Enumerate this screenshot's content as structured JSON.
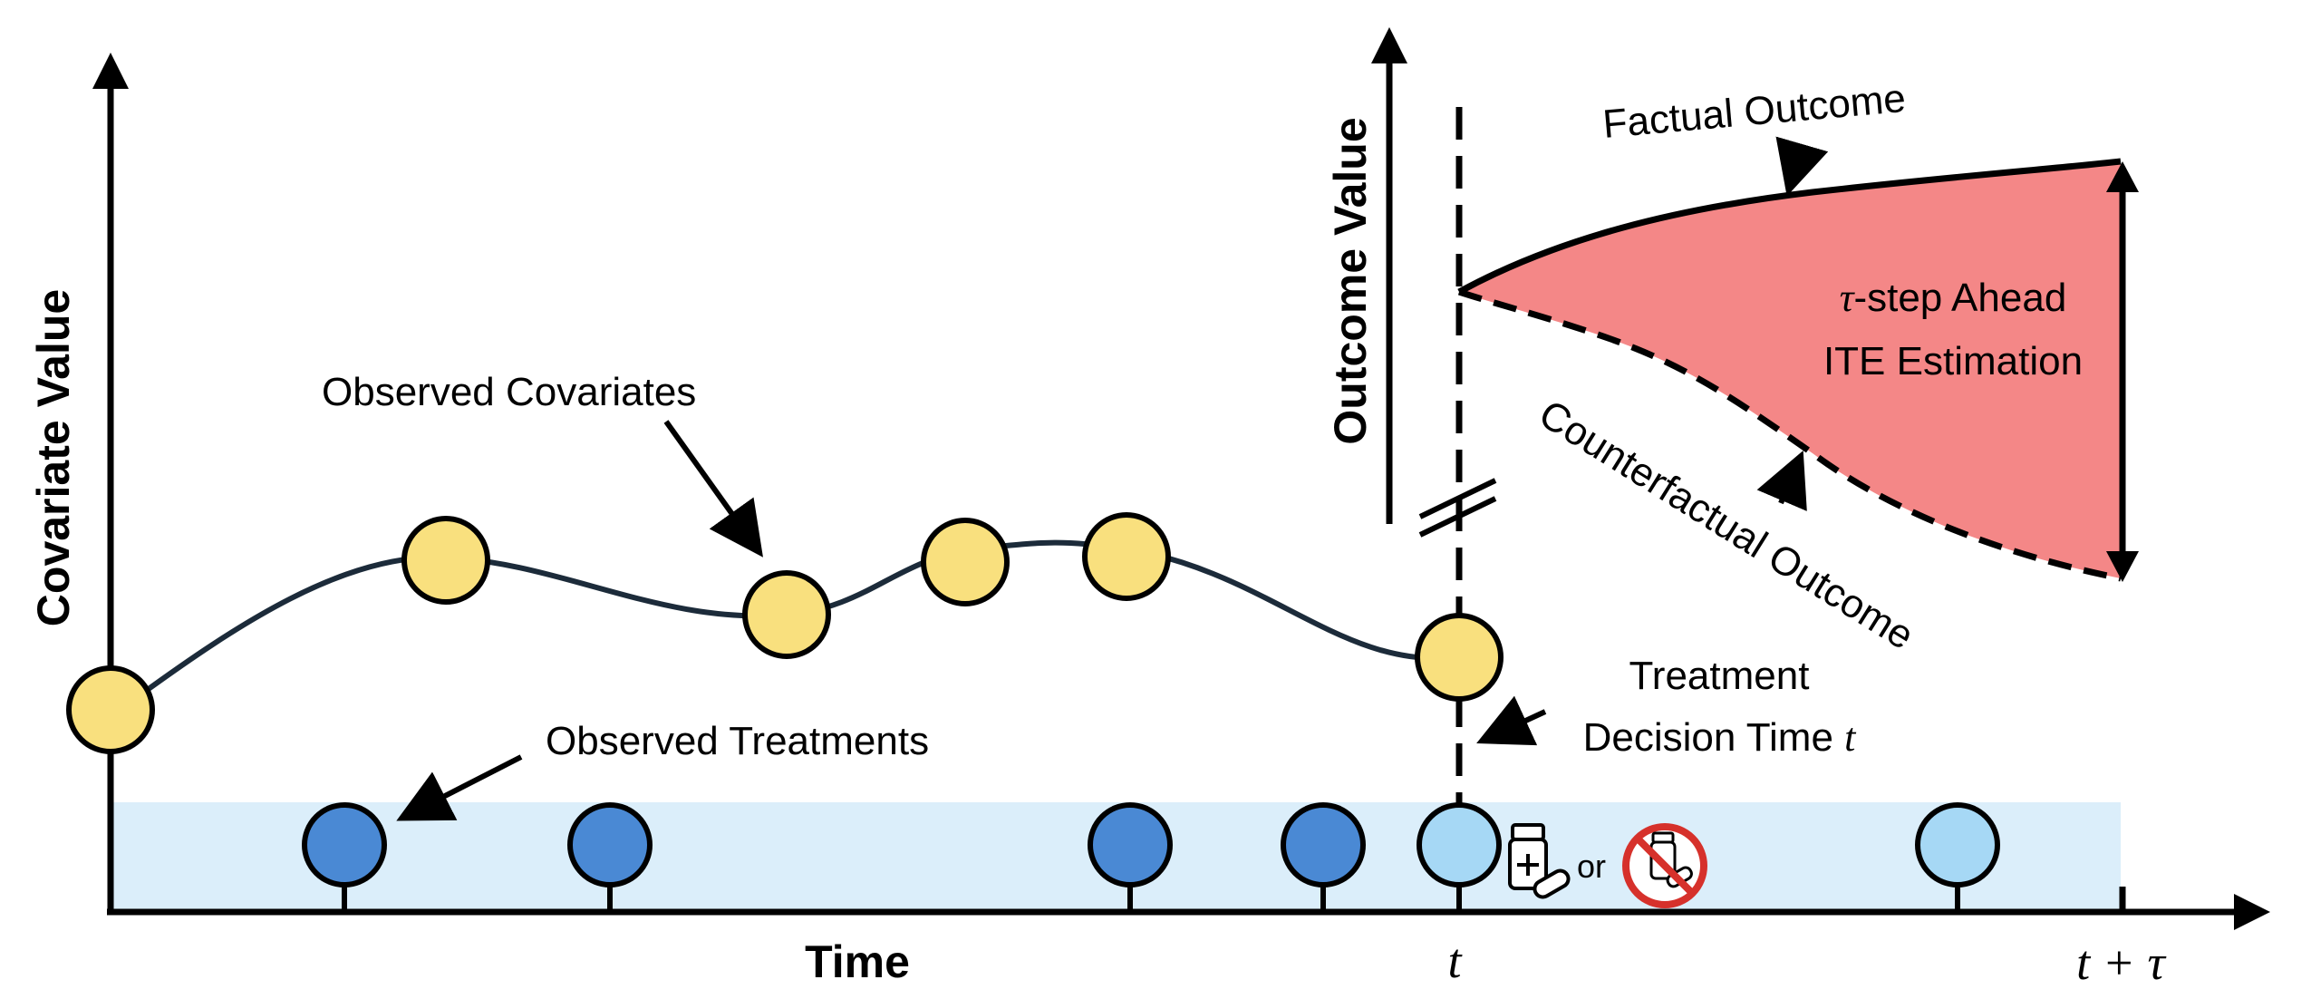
{
  "axes": {
    "y_left": "Covariate Value",
    "x": "Time",
    "y_right": "Outcome Value",
    "tick_t": "t",
    "tick_t_plus_tau": "t + τ"
  },
  "annotations": {
    "observed_covariates": "Observed Covariates",
    "observed_treatments": "Observed Treatments",
    "factual_outcome": "Factual Outcome",
    "counterfactual_outcome": "Counterfactual Outcome",
    "ite_line1_symbol": "τ",
    "ite_line1_rest": "-step Ahead",
    "ite_line2": "ITE Estimation",
    "treatment_line1": "Treatment",
    "treatment_line2_prefix": "Decision Time ",
    "treatment_line2_var": "t",
    "or_label": "or"
  },
  "colors": {
    "covariate_fill": "#f9e07e",
    "observed_treatment_fill": "#4a89d4",
    "future_treatment_fill": "#a6d8f5",
    "treatment_band": "#dbeefa",
    "ite_region": "#f48787",
    "prohibit_red": "#d6312b",
    "curve": "#1c2b3a"
  },
  "icons": [
    "medicine-bottle-icon",
    "no-medicine-icon"
  ]
}
